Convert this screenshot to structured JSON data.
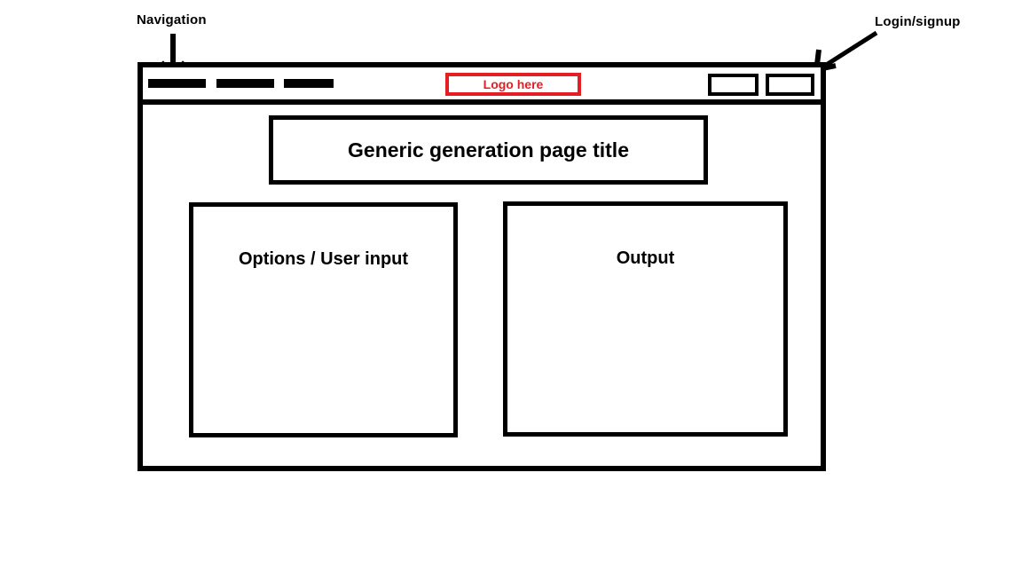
{
  "annotations": {
    "navigation_label": "Navigation",
    "login_signup_label": "Login/signup"
  },
  "page": {
    "header": {
      "nav_placeholder_count": 3,
      "logo_text": "Logo here",
      "login_button_label": "",
      "signup_button_label": ""
    },
    "title": "Generic generation page title",
    "panels": {
      "options_label": "Options / User input",
      "output_label": "Output"
    }
  },
  "colors": {
    "ink": "#000000",
    "accent_red": "#e41e25",
    "background": "#ffffff"
  }
}
